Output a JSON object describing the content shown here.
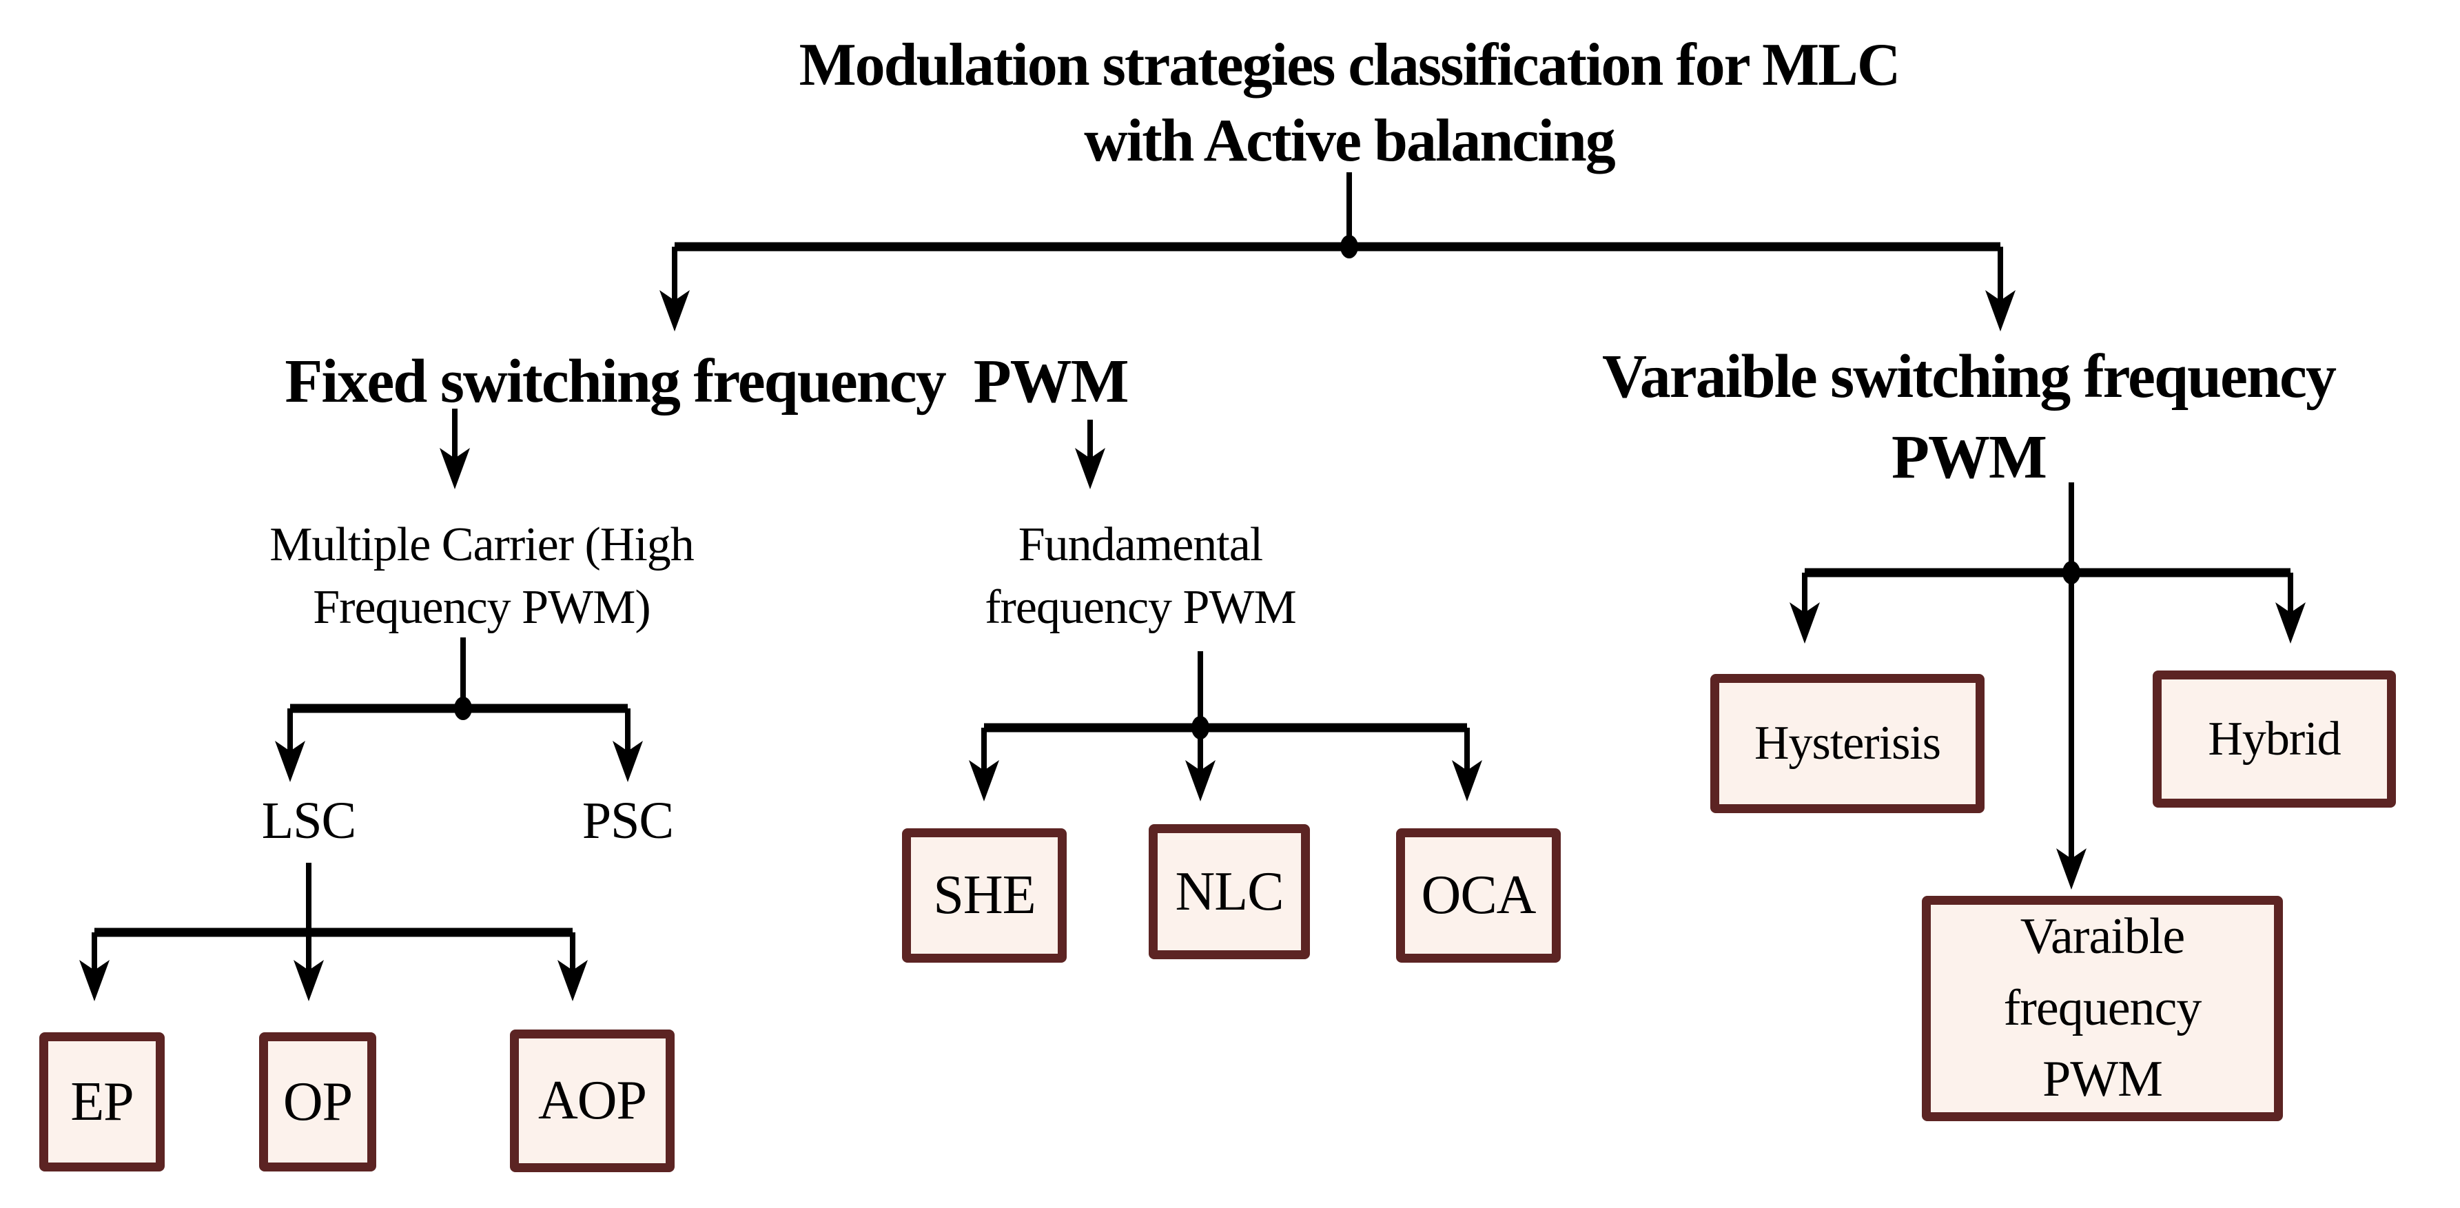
{
  "diagram": {
    "title": "Modulation strategies classification for MLC\nwith Active balancing",
    "branches": {
      "fixed": {
        "label": "Fixed switching frequency  PWM"
      },
      "variable": {
        "label": "Varaible switching frequency\nPWM"
      }
    },
    "nodes": {
      "multiple_carrier": {
        "label": "Multiple Carrier (High\nFrequency PWM)"
      },
      "fundamental": {
        "label": "Fundamental\nfrequency PWM"
      },
      "lsc": {
        "label": "LSC"
      },
      "psc": {
        "label": "PSC"
      },
      "ep": {
        "label": "EP"
      },
      "op": {
        "label": "OP"
      },
      "aop": {
        "label": "AOP"
      },
      "she": {
        "label": "SHE"
      },
      "nlc": {
        "label": "NLC"
      },
      "oca": {
        "label": "OCA"
      },
      "hysterisis": {
        "label": "Hysterisis"
      },
      "hybrid": {
        "label": "Hybrid"
      },
      "variable_frequency_pwm": {
        "label": "Varaible\nfrequency\nPWM"
      }
    },
    "colors": {
      "background": "#ffffff",
      "text": "#000000",
      "connector": "#000000",
      "box_border": "#5c2423",
      "box_fill": "#fcf2ec"
    }
  }
}
